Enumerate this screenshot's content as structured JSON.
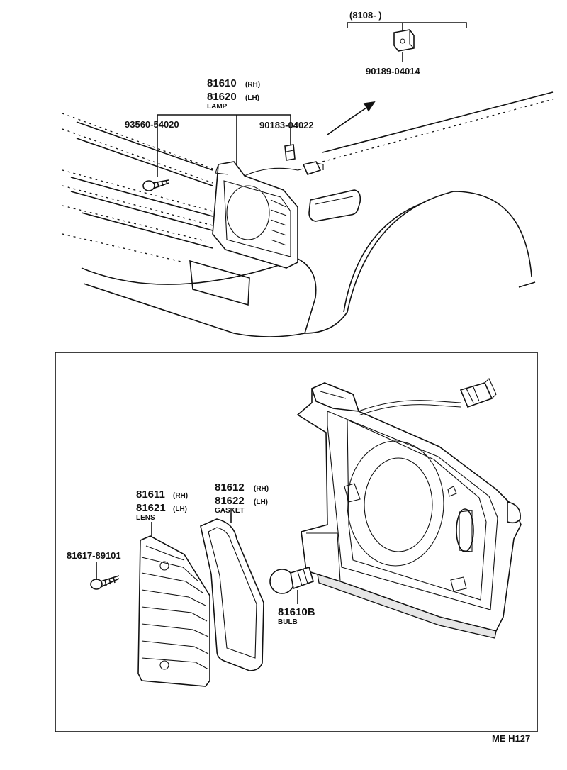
{
  "diagram": {
    "labels": {
      "top_ref": "(8108-         )",
      "clip_top": "90189-04014",
      "lamp_rh": "81610",
      "lamp_rh_side": "(RH)",
      "lamp_lh": "81620",
      "lamp_lh_side": "(LH)",
      "lamp_name": "LAMP",
      "screw_top": "93560-54020",
      "nut_top": "90183-04022",
      "lens_rh": "81611",
      "lens_rh_side": "(RH)",
      "lens_lh": "81621",
      "lens_lh_side": "(LH)",
      "lens_name": "LENS",
      "gasket_rh": "81612",
      "gasket_rh_side": "(RH)",
      "gasket_lh": "81622",
      "gasket_lh_side": "(LH)",
      "gasket_name": "GASKET",
      "screw_bottom": "81617-89101",
      "bulb_no": "81610B",
      "bulb_name": "BULB",
      "figure_code": "ME H127"
    }
  }
}
